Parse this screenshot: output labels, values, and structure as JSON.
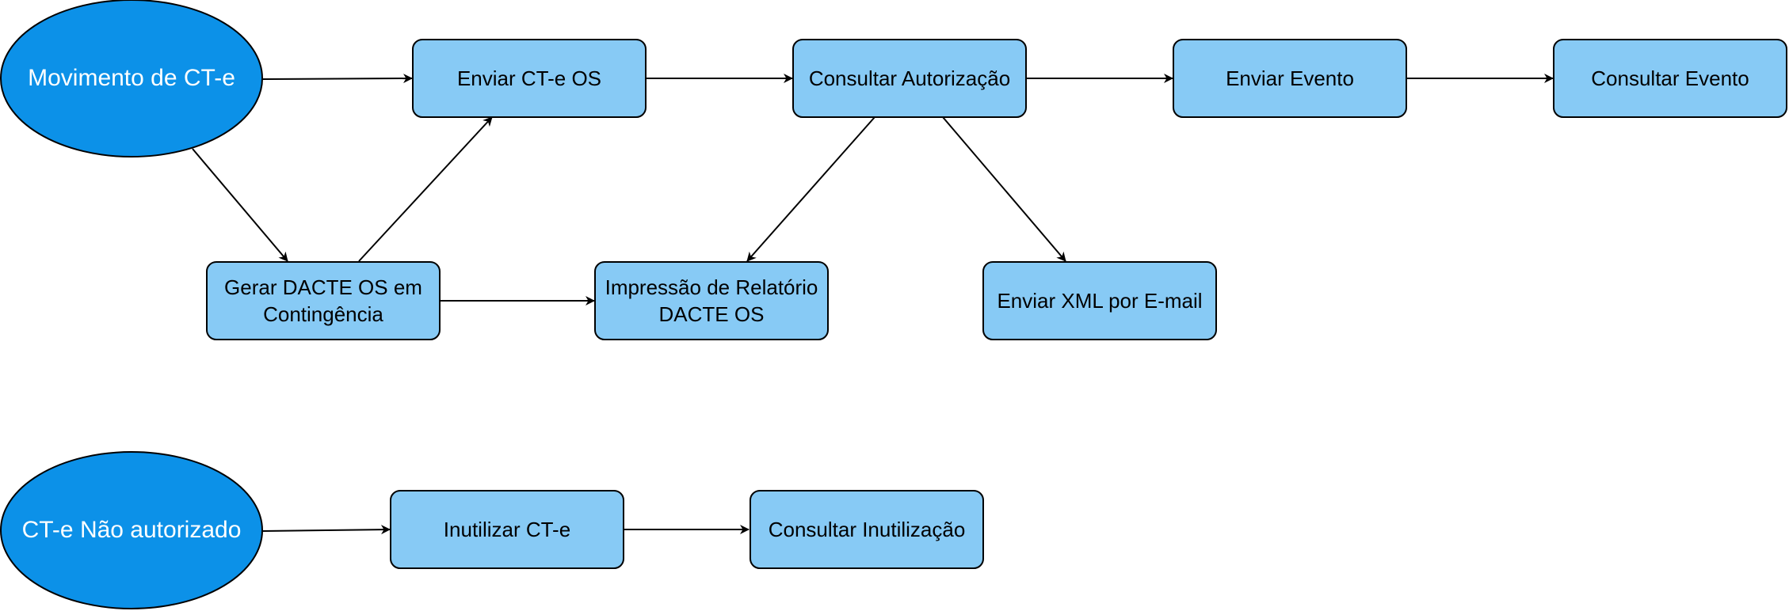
{
  "colors": {
    "start_fill": "#0c91e8",
    "start_text": "#ffffff",
    "step_fill": "#87caf5",
    "stroke": "#000000"
  },
  "nodes": {
    "movimento": "Movimento de CT-e",
    "enviar_cte": "Enviar CT-e OS",
    "consultar_autorizacao": "Consultar Autorização",
    "enviar_evento": "Enviar Evento",
    "consultar_evento": "Consultar Evento",
    "gerar_dacte": "Gerar DACTE OS em\nContingência",
    "impressao": "Impressão de Relatório\nDACTE OS",
    "enviar_xml": "Enviar XML por E-mail",
    "nao_autorizado": "CT-e Não autorizado",
    "inutilizar": "Inutilizar CT-e",
    "consultar_inutilizacao": "Consultar Inutilização"
  },
  "edges": [
    {
      "from": "movimento",
      "to": "enviar_cte"
    },
    {
      "from": "enviar_cte",
      "to": "consultar_autorizacao"
    },
    {
      "from": "consultar_autorizacao",
      "to": "enviar_evento"
    },
    {
      "from": "enviar_evento",
      "to": "consultar_evento"
    },
    {
      "from": "movimento",
      "to": "gerar_dacte"
    },
    {
      "from": "gerar_dacte",
      "to": "enviar_cte"
    },
    {
      "from": "gerar_dacte",
      "to": "impressao"
    },
    {
      "from": "consultar_autorizacao",
      "to": "impressao"
    },
    {
      "from": "consultar_autorizacao",
      "to": "enviar_xml"
    },
    {
      "from": "nao_autorizado",
      "to": "inutilizar"
    },
    {
      "from": "inutilizar",
      "to": "consultar_inutilizacao"
    }
  ]
}
